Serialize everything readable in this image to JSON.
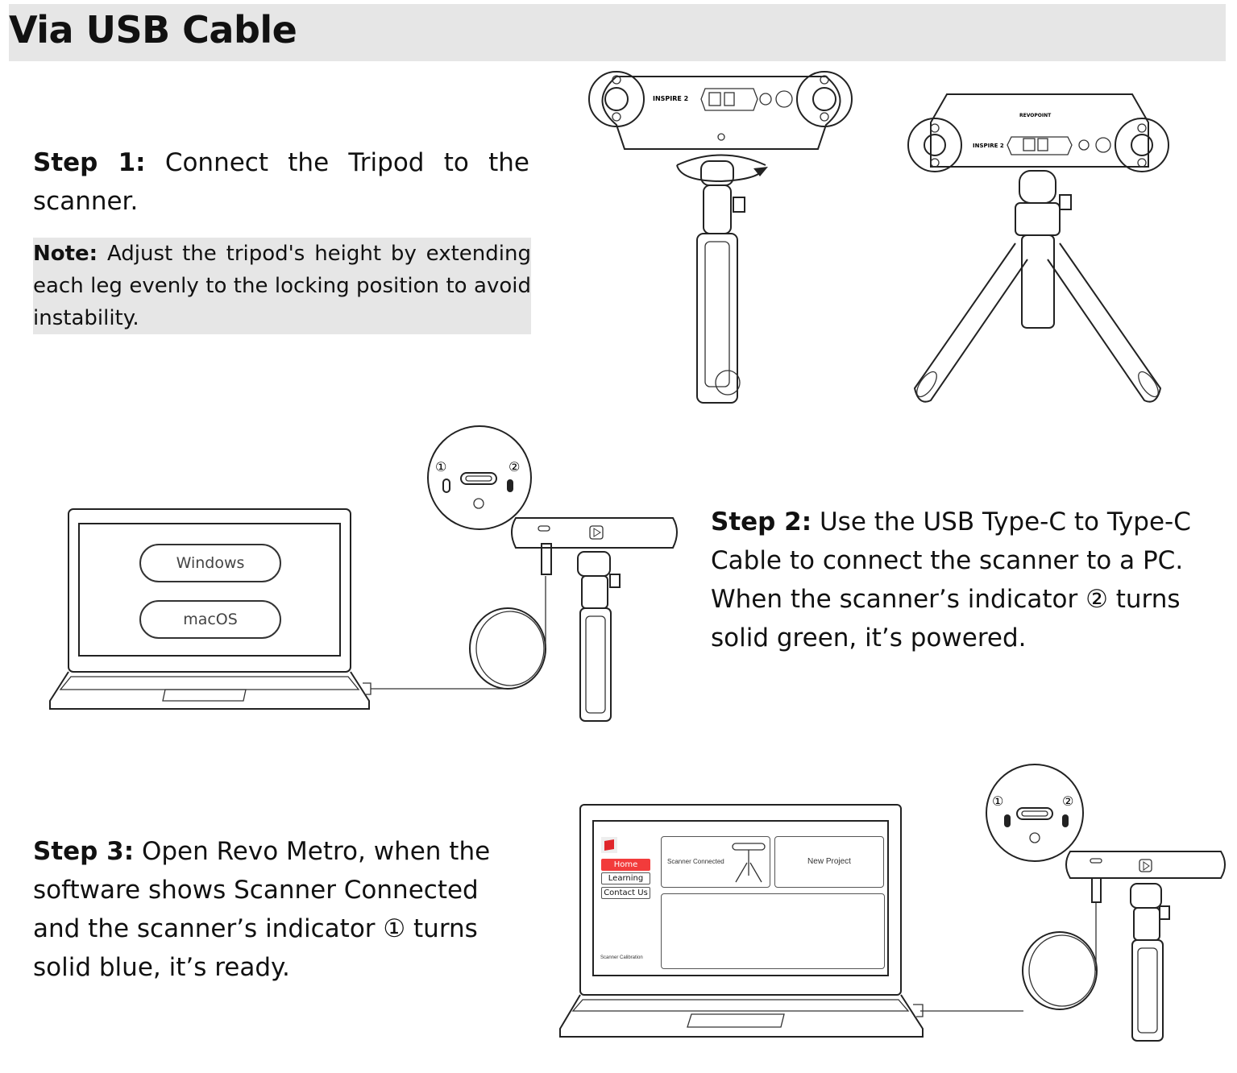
{
  "heading": "Via USB Cable",
  "step1": {
    "label": "Step 1:",
    "text": " Connect the Tripod to the scanner."
  },
  "note": {
    "label": "Note:",
    "text": " Adjust the tripod's height by extending each leg evenly to the locking position to avoid instability."
  },
  "step2": {
    "label": "Step 2:",
    "text": " Use the USB Type-C to Type-C Cable to connect the scanner to a PC. When the scanner’s indicator ② turns solid green, it’s powered."
  },
  "step3": {
    "label": "Step 3:",
    "text": " Open Revo Metro, when the software shows Scanner Connected and the scanner’s indicator ① turns solid blue, it’s ready."
  },
  "scanner": {
    "model": "INSPIRE 2",
    "brand": "REVOPOINT"
  },
  "indicators": {
    "one": "①",
    "two": "②"
  },
  "laptop1": {
    "buttons": [
      "Windows",
      "macOS"
    ]
  },
  "app": {
    "nav": [
      "Home",
      "Learning",
      "Contact Us"
    ],
    "scanner_connected": "Scanner Connected",
    "new_project": "New Project",
    "calibration": "Scanner Calibration",
    "accent": "#f23b3b"
  }
}
